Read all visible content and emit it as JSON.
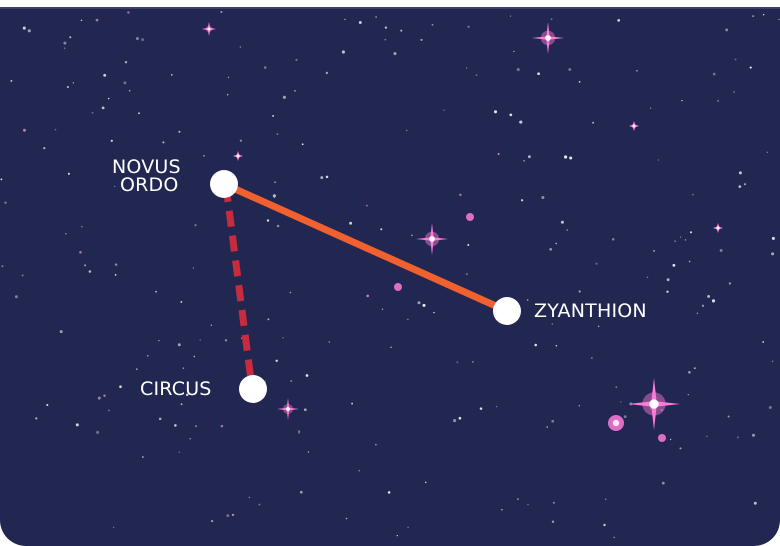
{
  "map": {
    "background_color": "#222752",
    "planets": [
      {
        "id": "novus-ordo",
        "label_line1": "NOVUS",
        "label_line2": "ORDO"
      },
      {
        "id": "zyanthion",
        "label": "ZYANTHION"
      },
      {
        "id": "circus",
        "label": "CIRCUS"
      }
    ],
    "routes": [
      {
        "from": "NOVUS ORDO",
        "to": "ZYANTHION",
        "style": "solid",
        "color": "#f0612f"
      },
      {
        "from": "NOVUS ORDO",
        "to": "CIRCUS",
        "style": "dashed",
        "color": "#c62b3e"
      }
    ],
    "star_color": "#ff7ad9",
    "node_color": "#ffffff"
  }
}
